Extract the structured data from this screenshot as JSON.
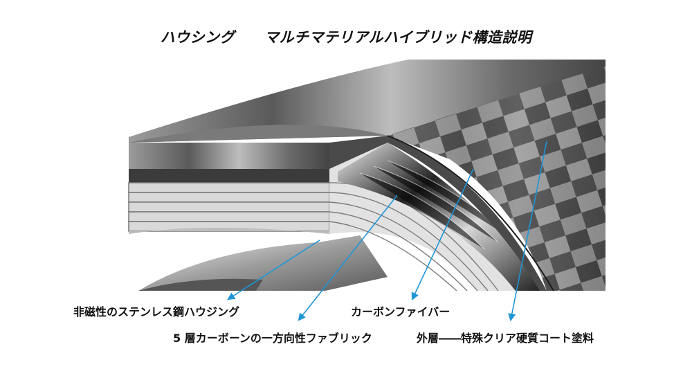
{
  "title": "ハウシング　　マルチマテリアルハイブリッド構造説明",
  "labels": {
    "steel_housing": "非磁性のステンレス鋼ハウジング",
    "carbon_fiber": "カーボンファイバー",
    "unidirectional_fabric": "5 層カーボーンの一方向性ファブリック",
    "outer_coat": "外層――特殊クリア硬質コート塗料"
  },
  "colors": {
    "arrow": "#1e96d6",
    "text": "#111111"
  }
}
